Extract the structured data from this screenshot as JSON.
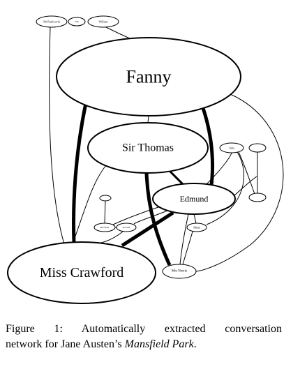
{
  "nodes": [
    {
      "id": "fanny",
      "label": "Fanny"
    },
    {
      "id": "sir_thomas",
      "label": "Sir Thomas"
    },
    {
      "id": "edmund",
      "label": "Edmund"
    },
    {
      "id": "miss_crawford",
      "label": "Miss Crawford"
    },
    {
      "id": "mrs_norris",
      "label": "Mrs Norris"
    },
    {
      "id": "mr_rushworth",
      "label": "Mr Rushworth"
    },
    {
      "id": "william",
      "label": "William"
    },
    {
      "id": "tom",
      "label": "Tom"
    },
    {
      "id": "julia",
      "label": "Julia"
    },
    {
      "id": "maria",
      "label": "Maria"
    },
    {
      "id": "mrs_grant",
      "label": "Mrs Grant"
    },
    {
      "id": "dr_grant",
      "label": "Dr Grant"
    },
    {
      "id": "small_a",
      "label": ""
    },
    {
      "id": "small_b",
      "label": ""
    },
    {
      "id": "small_c",
      "label": ""
    },
    {
      "id": "small_d",
      "label": ""
    }
  ],
  "edges": [
    {
      "from": "fanny",
      "to": "miss_crawford",
      "weight": "heavy"
    },
    {
      "from": "fanny",
      "to": "edmund",
      "weight": "heavy"
    },
    {
      "from": "fanny",
      "to": "sir_thomas",
      "weight": "light"
    },
    {
      "from": "fanny",
      "to": "william",
      "weight": "light"
    },
    {
      "from": "fanny",
      "to": "mrs_norris",
      "weight": "light"
    },
    {
      "from": "sir_thomas",
      "to": "edmund",
      "weight": "medium"
    },
    {
      "from": "sir_thomas",
      "to": "mrs_norris",
      "weight": "heavy"
    },
    {
      "from": "sir_thomas",
      "to": "miss_crawford",
      "weight": "light"
    },
    {
      "from": "edmund",
      "to": "miss_crawford",
      "weight": "heavy"
    },
    {
      "from": "edmund",
      "to": "julia",
      "weight": "light"
    },
    {
      "from": "edmund",
      "to": "mrs_grant",
      "weight": "light"
    },
    {
      "from": "edmund",
      "to": "dr_grant",
      "weight": "light"
    },
    {
      "from": "edmund",
      "to": "maria",
      "weight": "light"
    },
    {
      "from": "edmund",
      "to": "mrs_norris",
      "weight": "light"
    },
    {
      "from": "edmund",
      "to": "small_c",
      "weight": "light"
    },
    {
      "from": "mr_rushworth",
      "to": "miss_crawford",
      "weight": "light"
    },
    {
      "from": "julia",
      "to": "maria",
      "weight": "light"
    },
    {
      "from": "julia",
      "to": "small_b",
      "weight": "light"
    },
    {
      "from": "small_a",
      "to": "small_b",
      "weight": "light"
    },
    {
      "from": "maria",
      "to": "mrs_norris",
      "weight": "light"
    },
    {
      "from": "small_d",
      "to": "mrs_grant",
      "weight": "light"
    },
    {
      "from": "mrs_grant",
      "to": "dr_grant",
      "weight": "light"
    },
    {
      "from": "dr_grant",
      "to": "miss_crawford",
      "weight": "light"
    }
  ],
  "caption": {
    "line1": "Figure 1:  Automatically extracted conversation",
    "line2_prefix": "network for Jane Austen’s ",
    "line2_title": "Mansfield Park",
    "line2_suffix": "."
  }
}
